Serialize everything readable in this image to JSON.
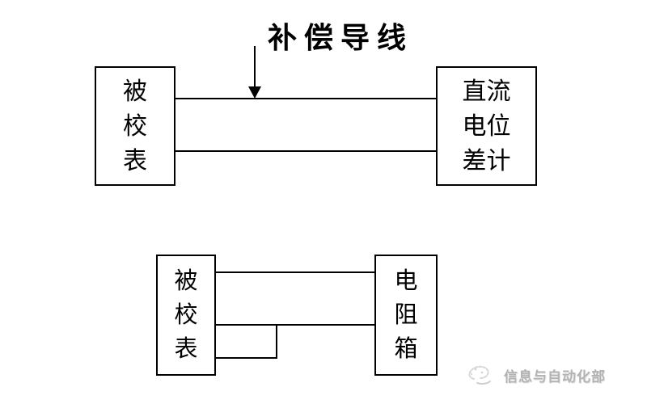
{
  "title": {
    "text": "补偿导线"
  },
  "top_diagram": {
    "left_box": {
      "label": "被校表",
      "lines": [
        "被",
        "校",
        "表"
      ]
    },
    "right_box": {
      "label": "直流电位差计",
      "lines": [
        "直流",
        "电位",
        "差计"
      ]
    },
    "wires": 2
  },
  "bottom_diagram": {
    "left_box": {
      "label": "被校表",
      "lines": [
        "被",
        "校",
        "表"
      ]
    },
    "right_box": {
      "label": "电阻箱",
      "lines": [
        "电",
        "阻",
        "箱"
      ]
    },
    "wires": 3
  },
  "watermark": {
    "text": "信息与自动化部"
  },
  "colors": {
    "line": "#000000",
    "background": "#ffffff",
    "watermark_gray": "#b3b3b3"
  }
}
